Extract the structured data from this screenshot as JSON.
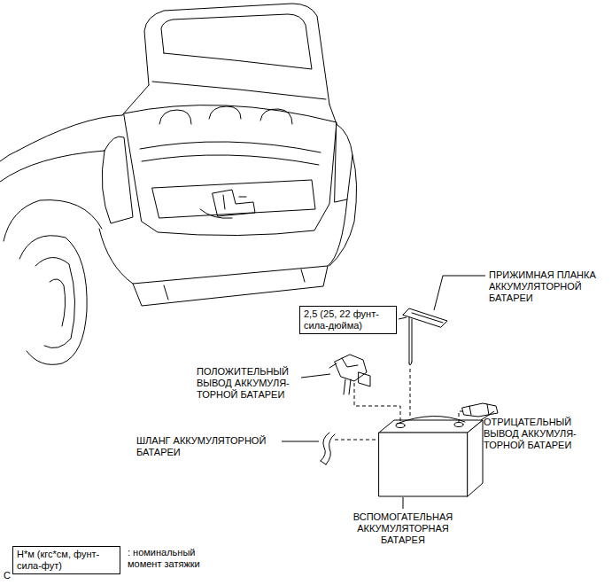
{
  "diagram": {
    "nodes": [
      {
        "text": [
          "2,5 (25, 22 фунт- сила-дюйма)"
        ]
      },
      {
        "text": [
          "Н*м (кгс*см, фунт- сила-фут)"
        ]
      }
    ],
    "labels": [
      "ПРИЖИМНАЯ ПЛАНКА АККУМУЛЯТОРНОЙ БАТАРЕИ",
      "ПОЛОЖИТЕЛЬНЫЙ ВЫВОД АККУМУЛЯ- ТОРНОЙ БАТАРЕИ",
      "ШЛАНГ АККУМУЛЯТОРНОЙ БАТАРЕИ",
      "ОТРИЦАТЕЛЬНЫЙ ВЫВОД АККУМУЛЯ- ТОРНОЙ БАТАРЕИ",
      "ВСПОМОГАТЕЛЬНАЯ АККУМУЛЯТОРНАЯ БАТАРЕЯ",
      "C"
    ],
    "legend": [
      {
        "text": ": номинальный момент затяжки"
      }
    ]
  }
}
